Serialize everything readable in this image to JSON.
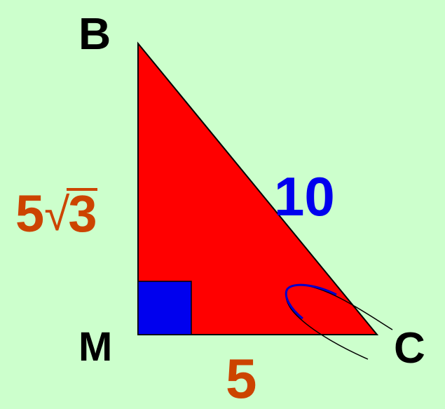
{
  "vertices": {
    "b": "B",
    "m": "M",
    "c": "C"
  },
  "sides": {
    "hypotenuse": "10",
    "base": "5",
    "leg_coefficient": "5",
    "leg_radical": "√",
    "leg_radicand": "3"
  },
  "colors": {
    "background": "#ccffcc",
    "triangle_fill": "#ff0000",
    "right_angle_marker": "#0000ee",
    "hypotenuse_label": "#0000ee",
    "leg_labels": "#cc4400",
    "vertex_labels": "#000000"
  }
}
